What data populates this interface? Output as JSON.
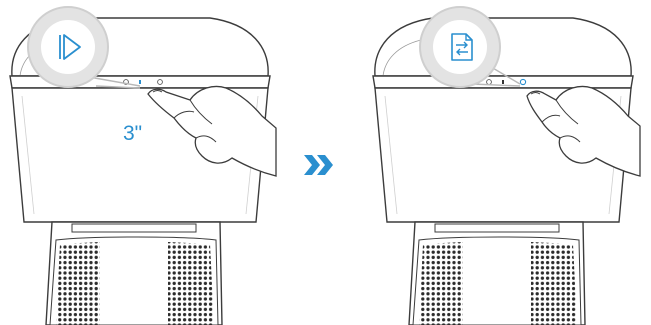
{
  "steps": [
    {
      "id": "step-1",
      "icon": "play-pause-icon",
      "annotation": "3\""
    },
    {
      "id": "step-2",
      "icon": "source-switch-icon",
      "annotation": ""
    }
  ],
  "arrow_icon": "double-chevron-right-icon",
  "colors": {
    "line": "#3c3c3c",
    "accent": "#2a8fcf",
    "callout_fill": "#e3e3e3",
    "grille": "#2b2b2b"
  }
}
